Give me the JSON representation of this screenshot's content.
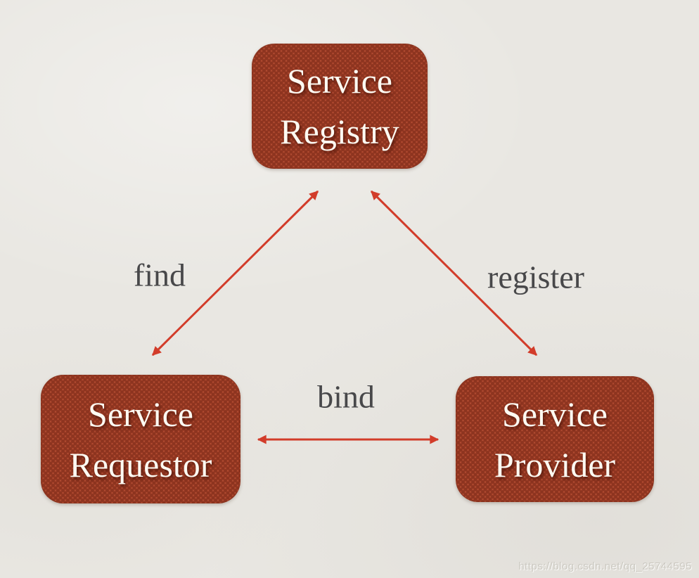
{
  "diagram": {
    "type": "triangle-relationship-diagram",
    "background_color": "#e9e7e2"
  },
  "colors": {
    "node_fill": "#b04a31",
    "node_halftone_dot": "#8a3420",
    "node_text": "#fdfaf2",
    "arrow": "#d23c2a",
    "edge_label_text": "#48484a",
    "background": "#e9e7e2",
    "watermark_text": "#b9b5ac"
  },
  "nodes": {
    "registry": {
      "lines": [
        "Service",
        "Registry"
      ]
    },
    "requestor": {
      "lines": [
        "Service",
        "Requestor"
      ]
    },
    "provider": {
      "lines": [
        "Service",
        "Provider"
      ]
    }
  },
  "edges": {
    "find": {
      "label": "find",
      "from": "service-requestor",
      "to": "service-registry",
      "direction": "bidirectional"
    },
    "register": {
      "label": "register",
      "from": "service-provider",
      "to": "service-registry",
      "direction": "bidirectional"
    },
    "bind": {
      "label": "bind",
      "from": "service-requestor",
      "to": "service-provider",
      "direction": "bidirectional"
    }
  },
  "watermark": {
    "text": "https://blog.csdn.net/qq_25744595"
  }
}
